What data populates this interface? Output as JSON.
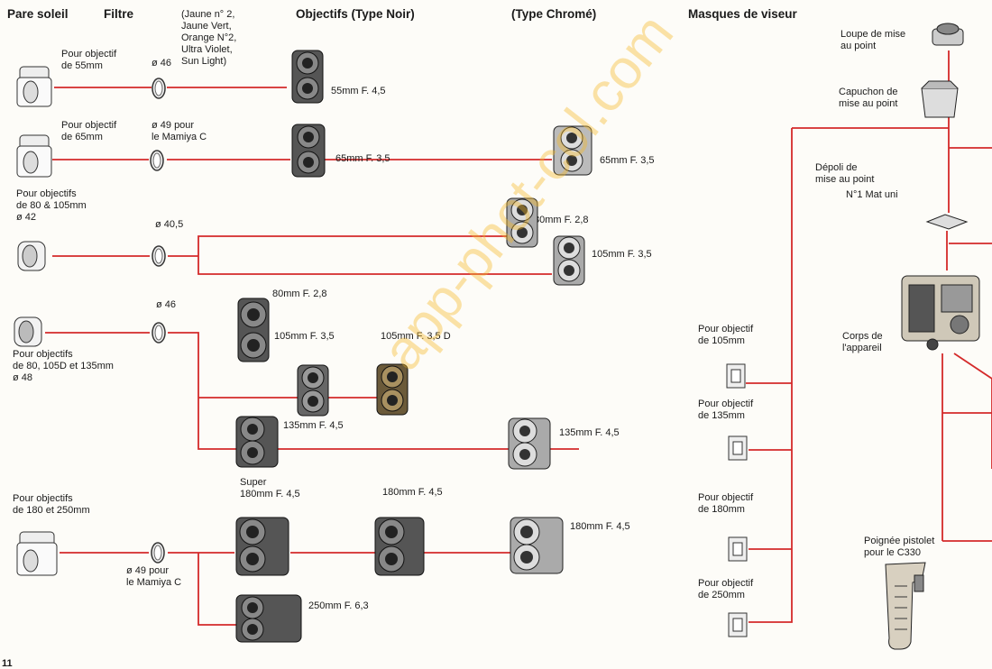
{
  "headers": {
    "pare_soleil": "Pare soleil",
    "filtre": "Filtre",
    "objectifs_noir": "Objectifs (Type Noir)",
    "type_chrome": "(Type Chromé)",
    "masques": "Masques de viseur"
  },
  "filter_types": [
    "(Jaune n° 2,",
    "Jaune Vert,",
    "Orange N°2,",
    "Ultra Violet,",
    "Sun Light)"
  ],
  "hood_labels": {
    "h55": [
      "Pour objectif",
      "de 55mm"
    ],
    "h65": [
      "Pour objectif",
      "de 65mm"
    ],
    "h80": [
      "Pour objectifs",
      "de 80 & 105mm",
      "ø 42"
    ],
    "h135": [
      "Pour objectifs",
      "de 80, 105D et 135mm",
      "ø 48"
    ],
    "h180": [
      "Pour objectifs",
      "de 180 et 250mm"
    ]
  },
  "filter_labels": {
    "f46a": "ø 46",
    "f49a": [
      "ø 49 pour",
      "le Mamiya C"
    ],
    "f405": "ø 40,5",
    "f46b": "ø 46",
    "f49b": [
      "ø 49 pour",
      "le Mamiya C"
    ]
  },
  "lens_labels": {
    "l55": "55mm F. 4,5",
    "l65": "65mm F. 3,5",
    "l65c": "65mm F. 3,5",
    "l80c": "80mm F. 2,8",
    "l105c": "105mm F. 3,5",
    "l80": "80mm F. 2,8",
    "l105": "105mm F. 3,5",
    "l105d": "105mm F. 3,5 D",
    "l135": "135mm F. 4,5",
    "l135c": "135mm F. 4,5",
    "lsuper": [
      "Super",
      "180mm F. 4,5"
    ],
    "l180": "180mm F. 4,5",
    "l180c": "180mm F. 4,5",
    "l250": "250mm F. 6,3"
  },
  "mask_labels": {
    "m105": [
      "Pour objectif",
      "de 105mm"
    ],
    "m135": [
      "Pour objectif",
      "de 135mm"
    ],
    "m180": [
      "Pour objectif",
      "de 180mm"
    ],
    "m250": [
      "Pour objectif",
      "de 250mm"
    ]
  },
  "right_labels": {
    "loupe": [
      "Loupe de mise",
      "au point"
    ],
    "capuchon": [
      "Capuchon de",
      "mise au point"
    ],
    "depoli": [
      "Dépoli de",
      "mise au point"
    ],
    "mat": "N°1 Mat uni",
    "corps": [
      "Corps de",
      "l'appareil"
    ],
    "poignee": [
      "Poignée pistolet",
      "pour le C330"
    ]
  },
  "watermark": "app-phot-col.com",
  "page_number": "11",
  "colors": {
    "line": "#d42a2a",
    "watermark": "#f5b928",
    "ink": "#1a1a1a"
  }
}
